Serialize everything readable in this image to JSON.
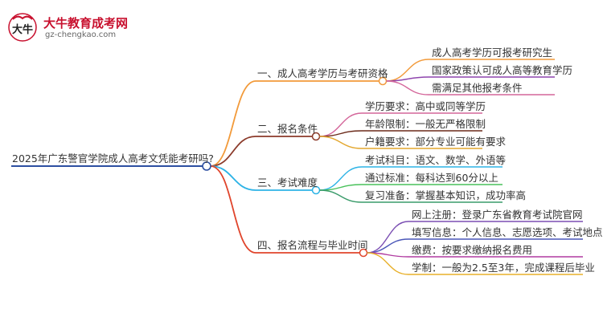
{
  "brand": {
    "title": "大牛教育成考网",
    "url": "gz-chengkao.com",
    "logo_glyph": "大牛",
    "accent": "#c8102e"
  },
  "mindmap": {
    "root": "2025年广东警官学院成人高考文凭能考研吗?",
    "branches": [
      {
        "label": "一、成人高考学历与考研资格",
        "color": "#f29a3a",
        "children": [
          "成人高考学历可报考研究生",
          "国家政策认可成人高等教育学历",
          "需满足其他报考条件"
        ]
      },
      {
        "label": "二、报名条件",
        "color": "#8b3a2a",
        "children": [
          "学历要求：高中或同等学历",
          "年龄限制：一般无严格限制",
          "户籍要求：部分专业可能有要求"
        ]
      },
      {
        "label": "三、考试难度",
        "color": "#2db3e6",
        "children": [
          "考试科目：语文、数学、外语等",
          "通过标准：每科达到60分以上",
          "复习准备：掌握基本知识，成功率高"
        ]
      },
      {
        "label": "四、报名流程与毕业时间",
        "color": "#e0452c",
        "children": [
          "网上注册：登录广东省教育考试院官网",
          "填写信息：个人信息、志愿选项、考试地点",
          "缴费：按要求缴纳报名费用",
          "学制：一般为2.5至3年，完成课程后毕业"
        ]
      }
    ],
    "child_colors": [
      [
        "#f29a3a",
        "#8e44ad",
        "#d4669a"
      ],
      [
        "#d4669a",
        "#6b2a1a",
        "#e3a72f"
      ],
      [
        "#2db3e6",
        "#48c15a",
        "#3a9b6a"
      ],
      [
        "#7b4fb3",
        "#4a56b8",
        "#b03aa0",
        "#e8b02a"
      ]
    ],
    "root_color": "#2d4fa1"
  }
}
